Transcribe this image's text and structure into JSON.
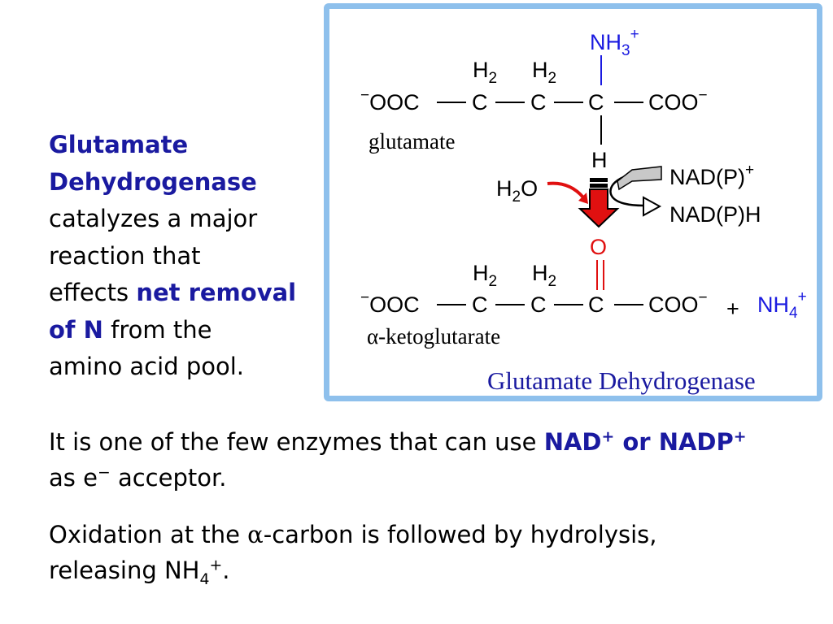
{
  "left": {
    "line1": "Glutamate",
    "line2": "Dehydrogenase",
    "line3": "catalyzes a major",
    "line4": "reaction that",
    "line5_a": "effects ",
    "line5_b": "net removal",
    "line6_a": "of N",
    "line6_b": " from the",
    "line7": "amino acid pool."
  },
  "diagram": {
    "top_nh3": "NH",
    "top_nh3_sub": "3",
    "top_nh3_sup": "+",
    "ch2": "H",
    "ch2_sub": "2",
    "ooc_minus": "−",
    "ooc": "OOC",
    "c": "C",
    "coo": "COO",
    "coo_minus": "−",
    "alpha_h": "H",
    "glutamate_label": "glutamate",
    "h2o_h": "H",
    "h2o_sub": "2",
    "h2o_o": "O",
    "nadp_plus": "NAD(P)",
    "nadp_plus_sup": "+",
    "nadph": "NAD(P)H",
    "oxygen": "O",
    "plus": "+",
    "nh4": "NH",
    "nh4_sub": "4",
    "nh4_sup": "+",
    "akg_alpha": "α",
    "akg_label": "-ketoglutarate",
    "enzyme_title": "Glutamate Dehydrogenase",
    "colors": {
      "blue": "#1a1ae0",
      "red": "#e01010",
      "border": "#8ec0ec",
      "navy": "#1a1aa0"
    }
  },
  "bottom": {
    "p1_a": "It is one of the few enzymes that can use ",
    "p1_nad": "NAD",
    "p1_sup1": "+",
    "p1_or": " or NADP",
    "p1_sup2": "+",
    "p1_c": "as e",
    "p1_sup3": "−",
    "p1_d": " acceptor.",
    "p2_a": "Oxidation at the ",
    "p2_alpha": "α",
    "p2_b": "-carbon is followed by hydrolysis,",
    "p2_c": "releasing NH",
    "p2_sub": "4",
    "p2_sup": "+",
    "p2_d": "."
  }
}
